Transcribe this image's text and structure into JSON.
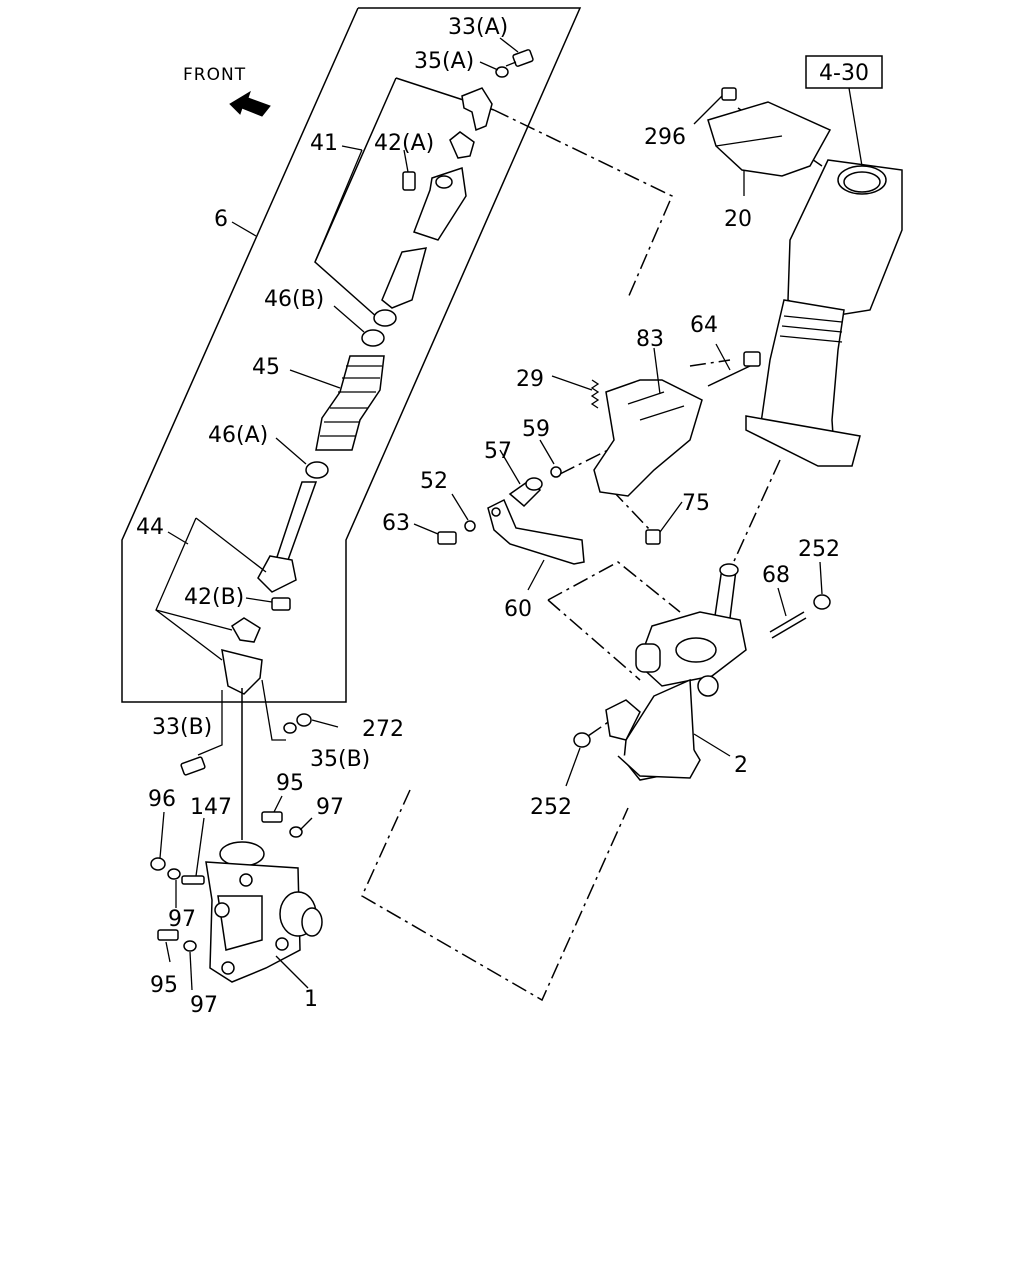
{
  "diagram": {
    "direction_label": "FRONT",
    "reference_box": "4-30",
    "callouts": {
      "c_33a": "33(A)",
      "c_35a": "35(A)",
      "c_41": "41",
      "c_42a": "42(A)",
      "c_6": "6",
      "c_46b": "46(B)",
      "c_45": "45",
      "c_46a": "46(A)",
      "c_44": "44",
      "c_42b": "42(B)",
      "c_33b": "33(B)",
      "c_272": "272",
      "c_35b": "35(B)",
      "c_96": "96",
      "c_147": "147",
      "c_95_top": "95",
      "c_97_top": "97",
      "c_97_mid": "97",
      "c_95_bottom": "95",
      "c_97_bottom": "97",
      "c_1": "1",
      "c_296": "296",
      "c_20": "20",
      "c_83": "83",
      "c_64": "64",
      "c_29": "29",
      "c_59": "59",
      "c_57": "57",
      "c_52": "52",
      "c_63": "63",
      "c_75": "75",
      "c_60": "60",
      "c_252_top": "252",
      "c_68": "68",
      "c_2": "2",
      "c_252_bottom": "252"
    }
  }
}
